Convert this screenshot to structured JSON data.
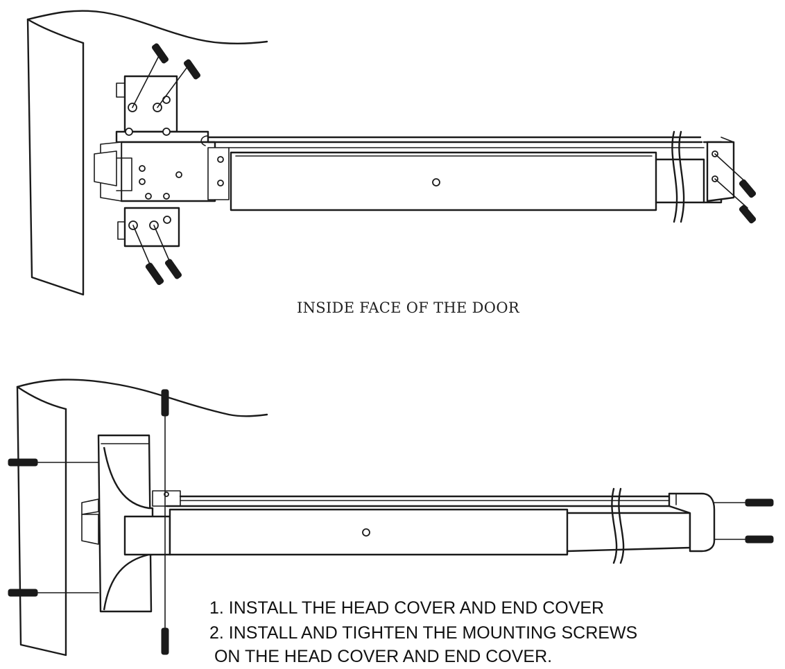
{
  "diagrams": [
    {
      "caption": "INSIDE FACE OF THE DOOR"
    },
    {
      "steps": [
        "1. INSTALL THE HEAD COVER AND END COVER",
        "2. INSTALL AND TIGHTEN THE MOUNTING SCREWS",
        " ON THE HEAD COVER AND END COVER."
      ]
    }
  ]
}
